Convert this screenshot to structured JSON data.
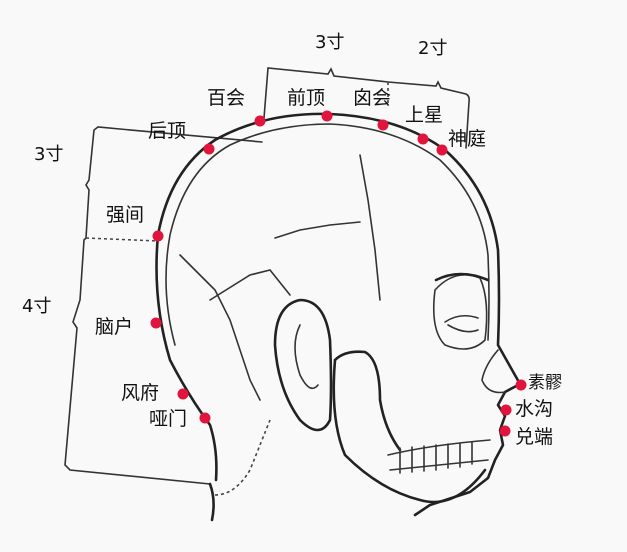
{
  "colors": {
    "point": "#e0143c",
    "ink": "#222222",
    "background": "#f9f9f9"
  },
  "measurements": {
    "top_left": "3寸",
    "top_right": "2寸",
    "back_upper": "3寸",
    "back_lower": "4寸"
  },
  "points": {
    "baihui": "百会",
    "qianding": "前顶",
    "xinhui": "囟会",
    "shangxing": "上星",
    "shenting": "神庭",
    "houding": "后顶",
    "qiangjian": "强间",
    "naohu": "脑户",
    "fengfu": "风府",
    "yamen": "哑门",
    "suliao": "素髎",
    "shuigou": "水沟",
    "duiduan": "兑端"
  }
}
